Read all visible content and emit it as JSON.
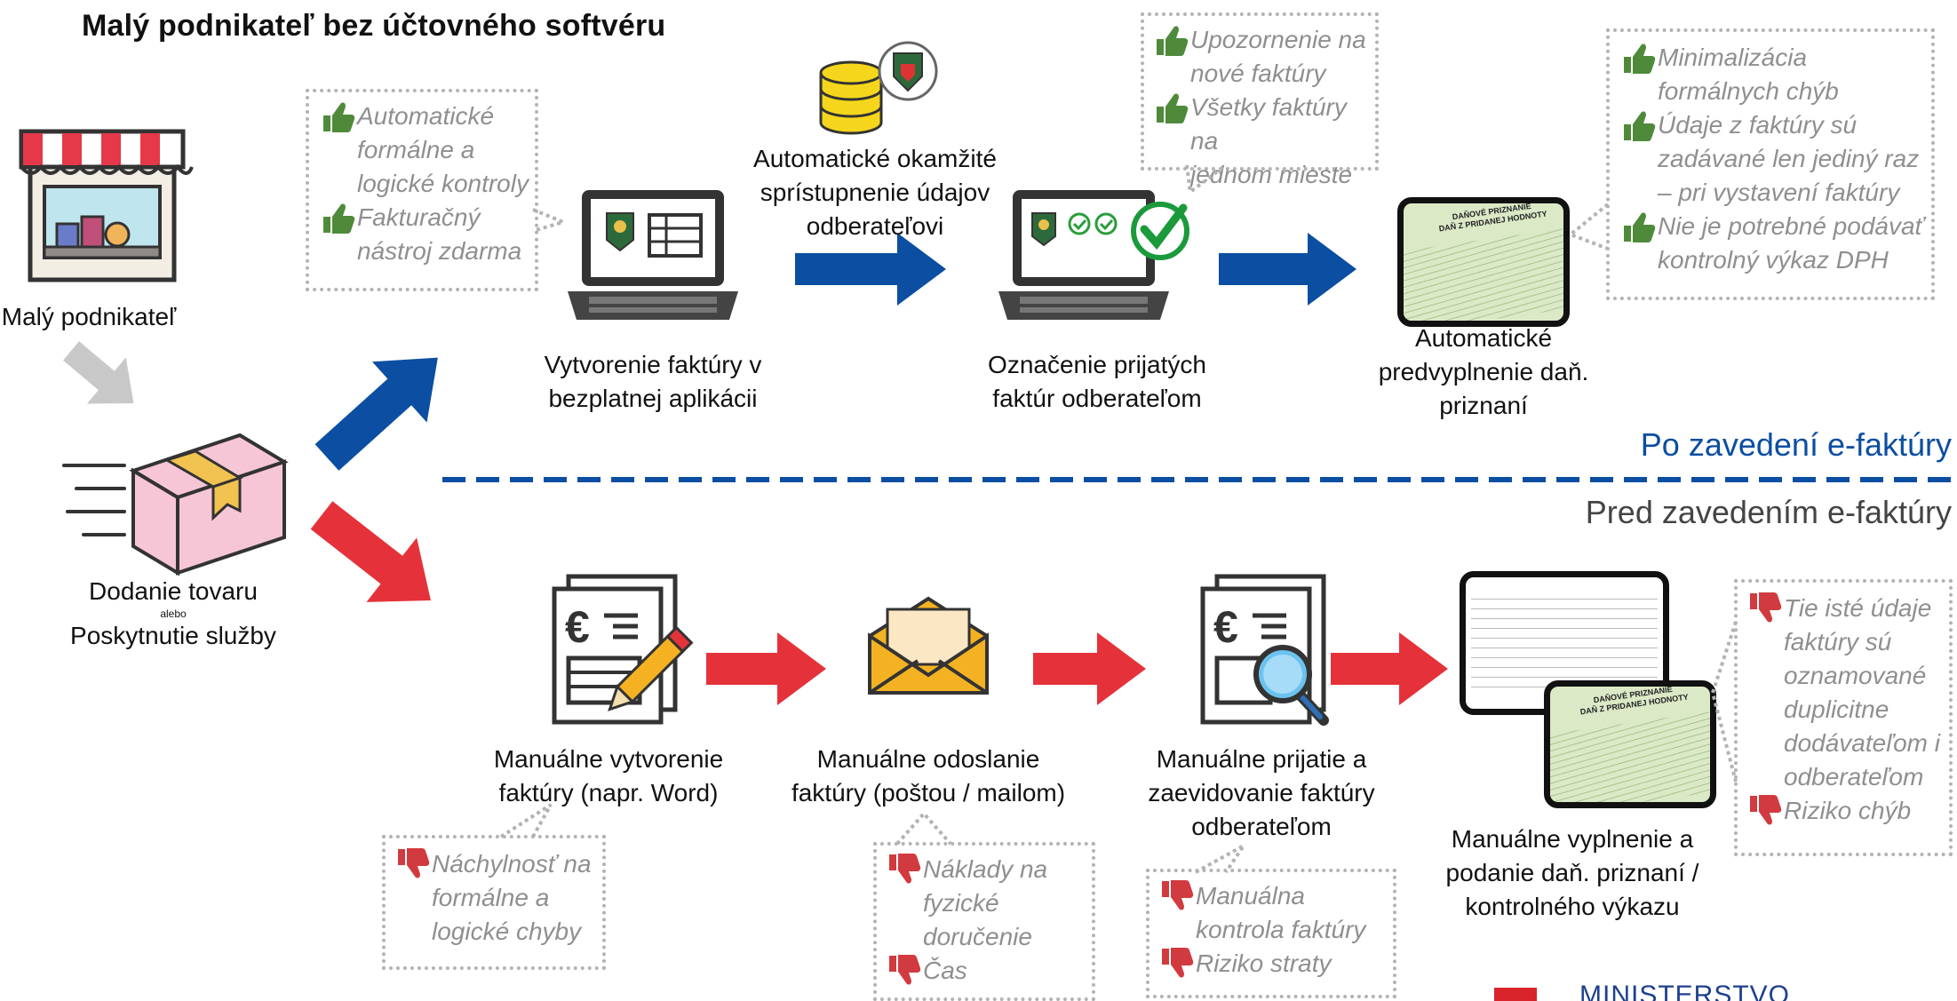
{
  "title": "Malý podnikateľ bez účtovného softvéru",
  "left": {
    "shop_label": "Malý podnikateľ",
    "delivery_lines": [
      "Dodanie tovaru",
      "alebo",
      "Poskytnutie služby"
    ]
  },
  "sections": {
    "after": "Po zavedení e-faktúry",
    "before": "Pred zavedením e-faktúry"
  },
  "top": {
    "step1_lines": [
      "Vytvorenie faktúry v",
      "bezplatnej aplikácii"
    ],
    "step2_lines": [
      "Automatické okamžité",
      "sprístupnenie údajov",
      "odberateľovi"
    ],
    "step3_lines": [
      "Označenie prijatých",
      "faktúr odberateľom"
    ],
    "step4_lines": [
      "Automatické",
      "predvyplnenie daň.",
      "priznaní"
    ],
    "callout1": [
      {
        "lines": [
          "Automatické",
          "formálne a",
          "logické kontroly"
        ]
      },
      {
        "lines": [
          "Fakturačný",
          "nástroj zdarma"
        ]
      }
    ],
    "callout2": [
      {
        "lines": [
          "Upozornenie na",
          "nové faktúry"
        ]
      },
      {
        "lines": [
          "Všetky faktúry na",
          "jednom mieste"
        ]
      }
    ],
    "callout3": [
      {
        "lines": [
          "Minimalizácia",
          "formálnych chýb"
        ]
      },
      {
        "lines": [
          "Údaje z faktúry sú",
          "zadávané len jediný raz",
          "– pri vystavení faktúry"
        ]
      },
      {
        "lines": [
          "Nie je potrebné podávať",
          "kontrolný výkaz DPH"
        ]
      }
    ]
  },
  "bottom": {
    "step1_lines": [
      "Manuálne vytvorenie",
      "faktúry (napr. Word)"
    ],
    "step2_lines": [
      "Manuálne odoslanie",
      "faktúry (poštou / mailom)"
    ],
    "step3_lines": [
      "Manuálne prijatie a",
      "zaevidovanie faktúry",
      "odberateľom"
    ],
    "step4_lines": [
      "Manuálne vyplnenie a",
      "podanie daň. priznaní /",
      "kontrolného výkazu"
    ],
    "callout1": [
      {
        "lines": [
          "Náchylnosť na",
          "formálne a",
          "logické chyby"
        ]
      }
    ],
    "callout2": [
      {
        "lines": [
          "Náklady na",
          "fyzické",
          "doručenie"
        ]
      },
      {
        "lines": [
          "Čas"
        ]
      }
    ],
    "callout3": [
      {
        "lines": [
          "Manuálna",
          "kontrola faktúry"
        ]
      },
      {
        "lines": [
          "Riziko straty"
        ]
      }
    ],
    "callout4": [
      {
        "lines": [
          "Tie isté údaje",
          "faktúry sú",
          "oznamované",
          "duplicitne",
          "dodávateľom i",
          "odberateľom"
        ]
      },
      {
        "lines": [
          "Riziko chýb"
        ]
      }
    ]
  },
  "form_heading_lines": [
    "DAŇOVÉ PRIZNANIE",
    "DAŇ Z PRIDANEJ HODNOTY"
  ],
  "footer_logo_text": "MINISTERSTVO",
  "colors": {
    "blue": "#0b4ea2",
    "red": "#e5323a",
    "gray_arrow": "#c8c8c8",
    "callout_text": "#8f8f8f",
    "thumb_up": "#4e8a3a",
    "thumb_down": "#d13a3f"
  }
}
